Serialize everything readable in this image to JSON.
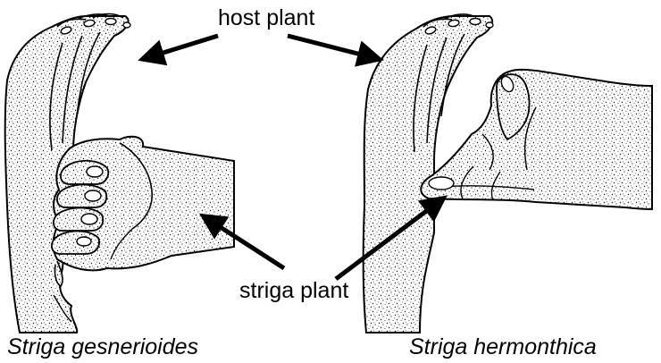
{
  "labels": {
    "host_plant": "host plant",
    "striga_plant": "striga plant"
  },
  "captions": {
    "left": "Striga gesnerioides",
    "right": "Striga hermonthica"
  },
  "colors": {
    "ink": "#000000",
    "fill": "#ffffff",
    "stipple": "#1a1a1a"
  }
}
